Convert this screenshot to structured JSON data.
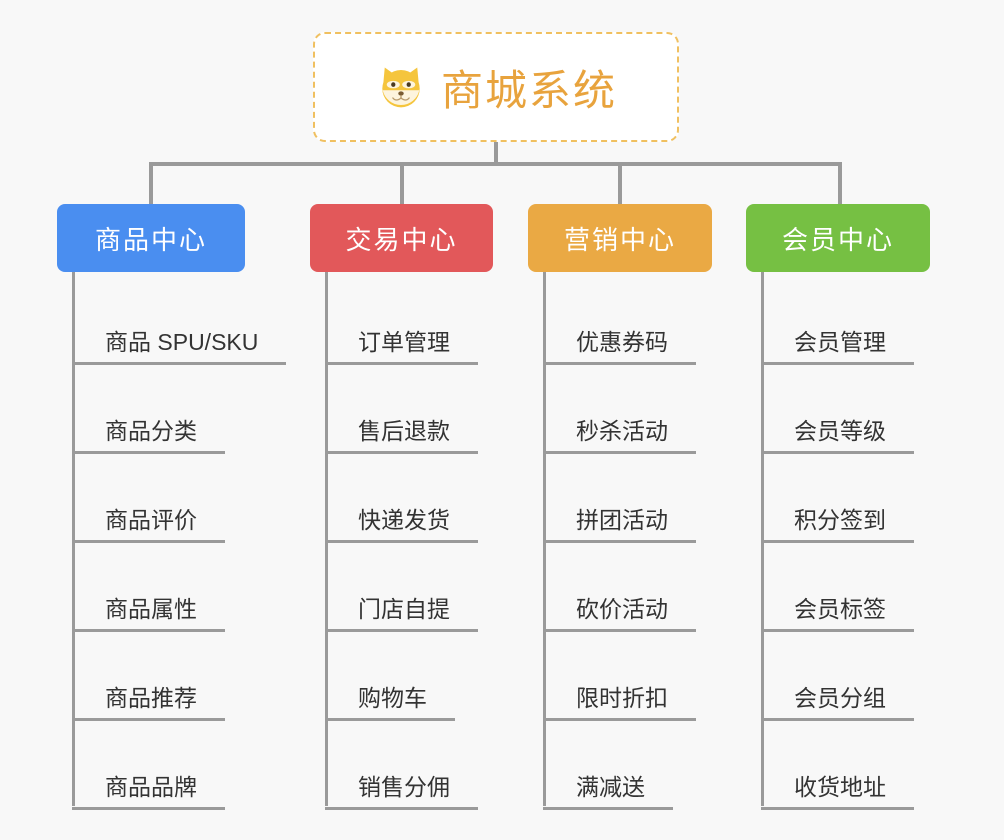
{
  "diagram": {
    "title": "商城系统",
    "background_color": "#f8f8f8",
    "connector_color": "#9a9a9a"
  },
  "root": {
    "label": "商城系统",
    "icon": "dog-face-emoji",
    "emoji": "🐶",
    "text_color": "#e8a33d",
    "border_color": "#f0c060",
    "fill_color": "#ffffff"
  },
  "branches": [
    {
      "label": "商品中心",
      "color": "#4a8ef0",
      "items": [
        {
          "label": "商品 SPU/SKU"
        },
        {
          "label": "商品分类"
        },
        {
          "label": "商品评价"
        },
        {
          "label": "商品属性"
        },
        {
          "label": "商品推荐"
        },
        {
          "label": "商品品牌"
        }
      ]
    },
    {
      "label": "交易中心",
      "color": "#e2585a",
      "items": [
        {
          "label": "订单管理"
        },
        {
          "label": "售后退款"
        },
        {
          "label": "快递发货"
        },
        {
          "label": "门店自提"
        },
        {
          "label": "购物车"
        },
        {
          "label": "销售分佣"
        }
      ]
    },
    {
      "label": "营销中心",
      "color": "#eaa944",
      "items": [
        {
          "label": "优惠券码"
        },
        {
          "label": "秒杀活动"
        },
        {
          "label": "拼团活动"
        },
        {
          "label": "砍价活动"
        },
        {
          "label": "限时折扣"
        },
        {
          "label": "满减送"
        }
      ]
    },
    {
      "label": "会员中心",
      "color": "#76c043",
      "items": [
        {
          "label": "会员管理"
        },
        {
          "label": "会员等级"
        },
        {
          "label": "积分签到"
        },
        {
          "label": "会员标签"
        },
        {
          "label": "会员分组"
        },
        {
          "label": "收货地址"
        }
      ]
    }
  ]
}
